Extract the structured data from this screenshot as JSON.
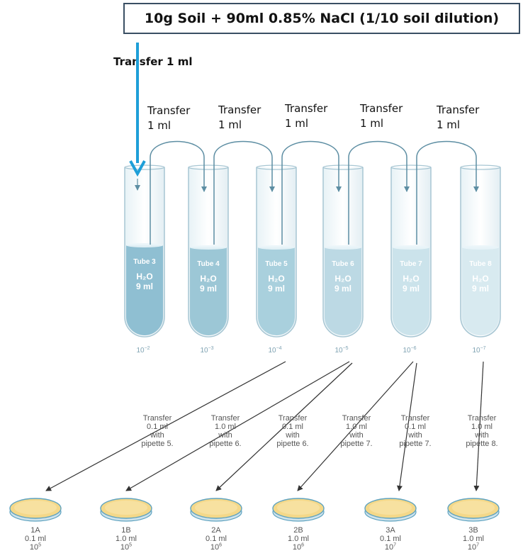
{
  "title": "10g Soil + 90ml 0.85% NaCl (1/10 soil dilution)",
  "main_transfer": "Transfer 1 ml",
  "transfers": [
    {
      "line1": "Transfer",
      "line2": "1 ml"
    },
    {
      "line1": "Transfer",
      "line2": "1 ml"
    },
    {
      "line1": "Transfer",
      "line2": "1 ml"
    },
    {
      "line1": "Transfer",
      "line2": "1 ml"
    },
    {
      "line1": "Transfer",
      "line2": "1 ml"
    }
  ],
  "tubes": [
    {
      "name": "Tube 3",
      "content_line1": "H₂O",
      "content_line2": "9 ml",
      "dilution_base": "10",
      "dilution_exp": "−2"
    },
    {
      "name": "Tube 4",
      "content_line1": "H₂O",
      "content_line2": "9 ml",
      "dilution_base": "10",
      "dilution_exp": "−3"
    },
    {
      "name": "Tube 5",
      "content_line1": "H₂O",
      "content_line2": "9 ml",
      "dilution_base": "10",
      "dilution_exp": "−4"
    },
    {
      "name": "Tube 6",
      "content_line1": "H₂O",
      "content_line2": "9 ml",
      "dilution_base": "10",
      "dilution_exp": "−5"
    },
    {
      "name": "Tube 7",
      "content_line1": "H₂O",
      "content_line2": "9 ml",
      "dilution_base": "10",
      "dilution_exp": "−6"
    },
    {
      "name": "Tube 8",
      "content_line1": "H₂O",
      "content_line2": "9 ml",
      "dilution_base": "10",
      "dilution_exp": "−7"
    }
  ],
  "plating_transfers": [
    {
      "line1": "Transfer",
      "line2": "0.1 ml",
      "line3": "with",
      "line4": "pipette 5."
    },
    {
      "line1": "Transfer",
      "line2": "1.0 ml",
      "line3": "with",
      "line4": "pipette 6."
    },
    {
      "line1": "Transfer",
      "line2": "0.1 ml",
      "line3": "with",
      "line4": "pipette 6."
    },
    {
      "line1": "Transfer",
      "line2": "1.0 ml",
      "line3": "with",
      "line4": "pipette 7."
    },
    {
      "line1": "Transfer",
      "line2": "0.1 ml",
      "line3": "with",
      "line4": "pipette 7."
    },
    {
      "line1": "Transfer",
      "line2": "1.0 ml",
      "line3": "with",
      "line4": "pipette 8."
    }
  ],
  "plates": [
    {
      "id": "1A",
      "volume": "0.1 ml",
      "factor_base": "10",
      "factor_exp": "5"
    },
    {
      "id": "1B",
      "volume": "1.0 ml",
      "factor_base": "10",
      "factor_exp": "5"
    },
    {
      "id": "2A",
      "volume": "0.1 ml",
      "factor_base": "10",
      "factor_exp": "6"
    },
    {
      "id": "2B",
      "volume": "1.0 ml",
      "factor_base": "10",
      "factor_exp": "6"
    },
    {
      "id": "3A",
      "volume": "0.1 ml",
      "factor_base": "10",
      "factor_exp": "7"
    },
    {
      "id": "3B",
      "volume": "1.0 ml",
      "factor_base": "10",
      "factor_exp": "7"
    }
  ],
  "colors": {
    "accent_arrow": "#1e9fd8",
    "tube_liquid": "#9cc6d6",
    "tube_outline": "#9bbcca",
    "agar": "#f4d889",
    "dish_rim": "#5fa3c0",
    "arrow": "#333333"
  }
}
